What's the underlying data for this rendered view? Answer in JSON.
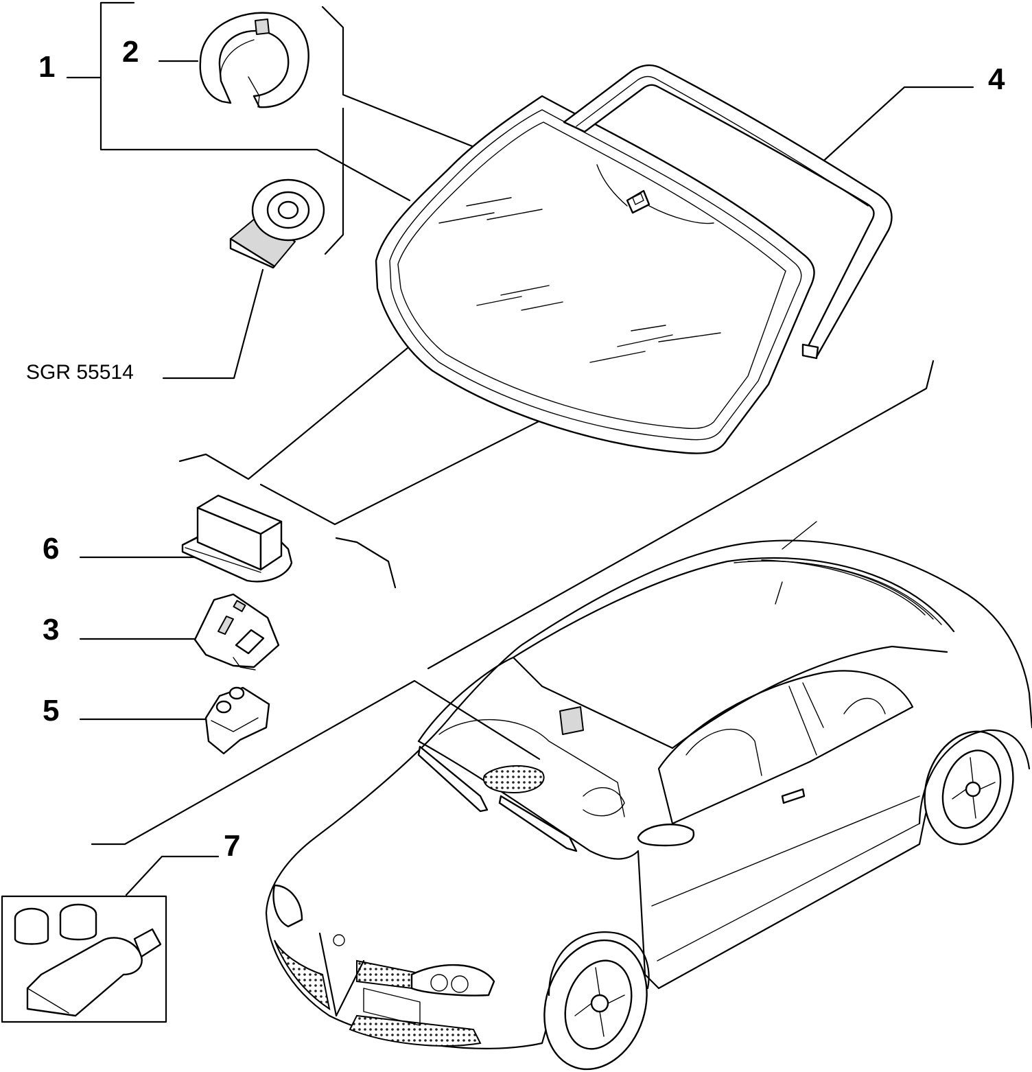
{
  "callouts": {
    "c1": "1",
    "c2": "2",
    "c3": "3",
    "c4": "4",
    "c5": "5",
    "c6": "6",
    "c7": "7"
  },
  "reference_code": "SGR 55514"
}
